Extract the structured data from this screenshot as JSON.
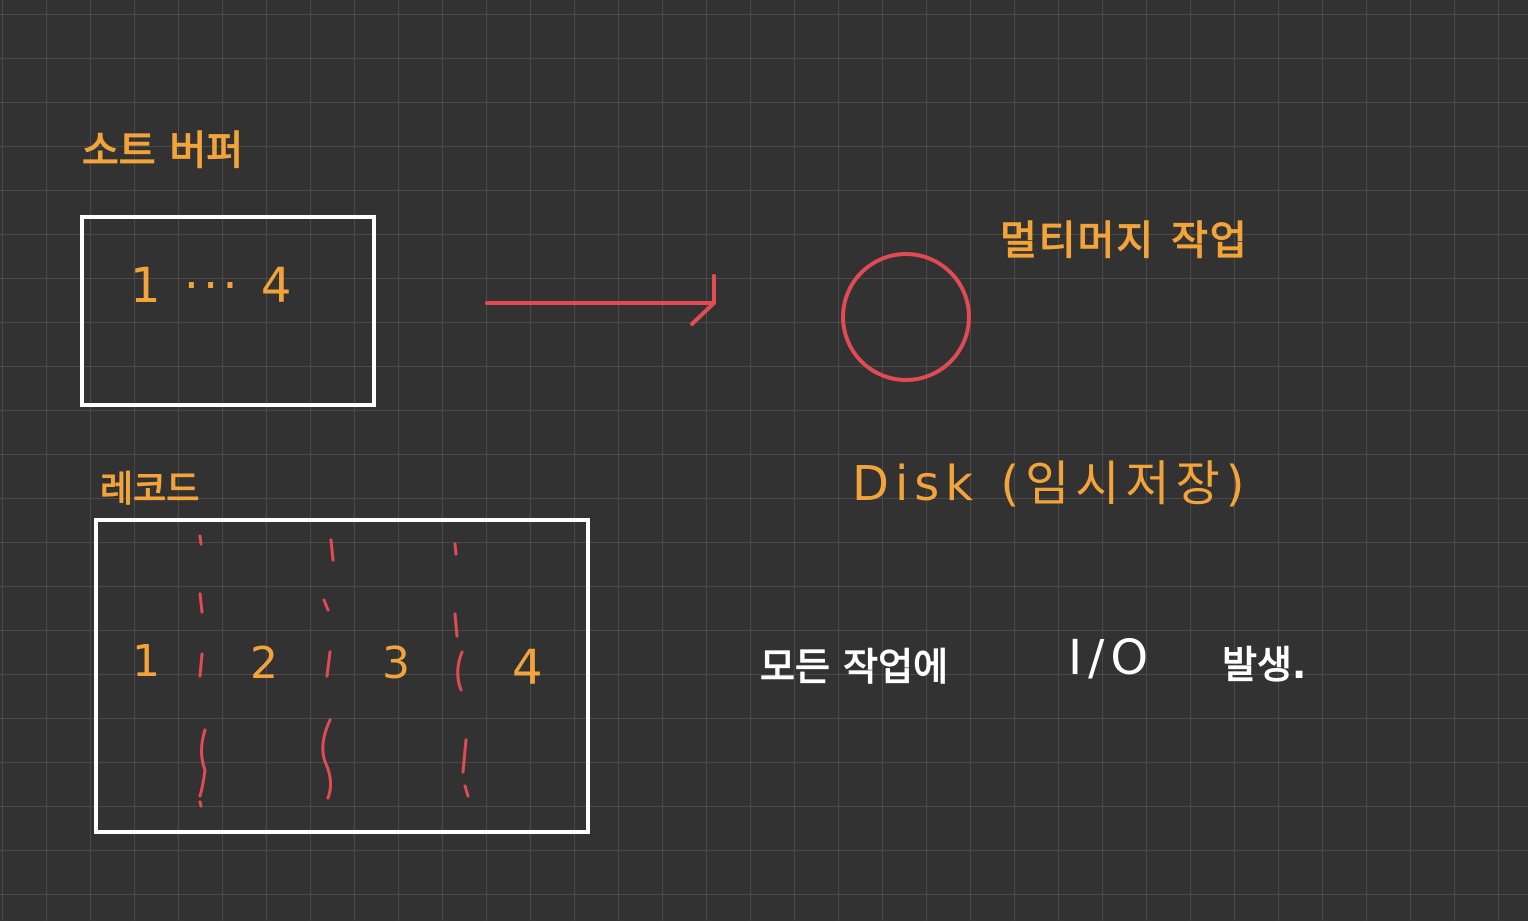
{
  "colors": {
    "background": "#323232",
    "grid": "#4a4a4a",
    "accent_orange": "#f2a43a",
    "accent_red": "#e34b54",
    "outline_white": "#ffffff"
  },
  "sort_buffer": {
    "title": "소트 버퍼",
    "content": "1 ··· 4"
  },
  "records": {
    "title": "레코드",
    "cells": [
      "1",
      "2",
      "3",
      "4"
    ]
  },
  "multi_merge": {
    "label": "멀티머지 작업"
  },
  "disk": {
    "label": "Disk (임시저장)"
  },
  "note": {
    "prefix": "모든 작업에",
    "io": "I/O",
    "suffix": "발생."
  }
}
